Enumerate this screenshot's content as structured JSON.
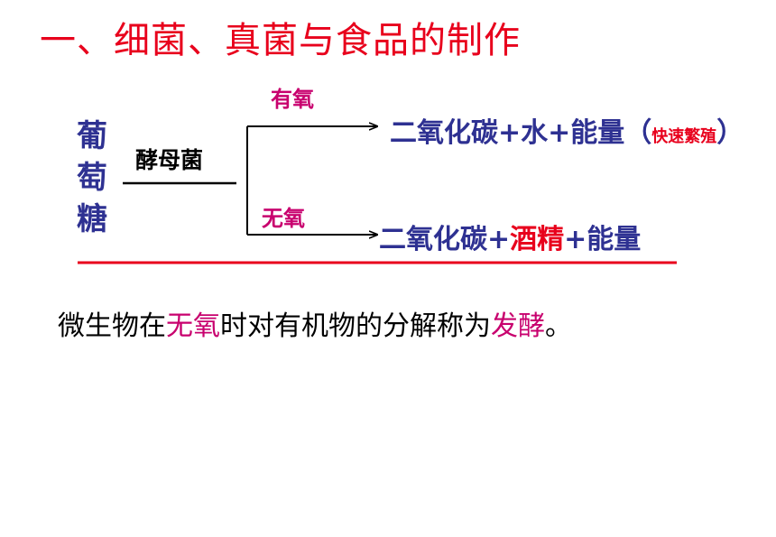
{
  "title": "一、细菌、真菌与食品的制作",
  "diagram": {
    "source": "葡萄糖",
    "organism": "酵母菌",
    "branch_top_label": "有氧",
    "branch_bottom_label": "无氧",
    "product_top": {
      "main": "二氧化碳+水+能量",
      "note_open": "（",
      "note": "快速繁殖",
      "note_close": "）"
    },
    "product_bottom": {
      "part1": "二氧化碳+",
      "part2": "酒精",
      "part3": "+能量"
    }
  },
  "sentence": {
    "part1": "微生物在",
    "highlight1": "无氧",
    "part2": "时对有机物的分解称为",
    "highlight2": "发酵",
    "part3": "。"
  },
  "colors": {
    "title": "#e8001c",
    "blue": "#2e3192",
    "magenta": "#c8006e",
    "red_line": "#e8001c"
  }
}
